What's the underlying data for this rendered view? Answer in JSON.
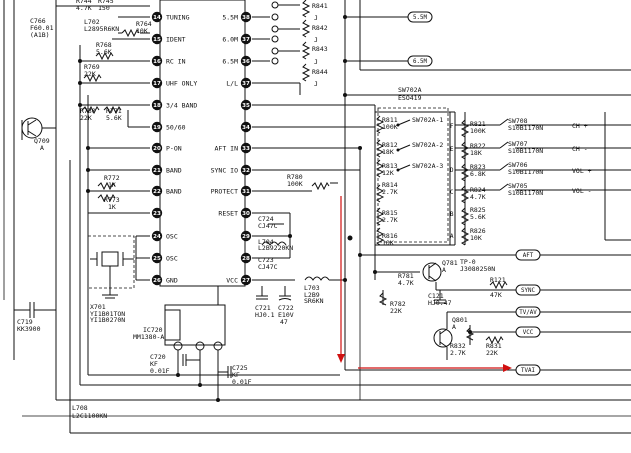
{
  "left_components": [
    {
      "name": "c766",
      "text": "C766"
    },
    {
      "name": "c766-val1",
      "text": "F60.01"
    },
    {
      "name": "c766-val2",
      "text": "(A1B)"
    },
    {
      "name": "r744",
      "text": "R744"
    },
    {
      "name": "r745",
      "text": "R745"
    },
    {
      "name": "r744-val",
      "text": "4.7K"
    },
    {
      "name": "r745-val",
      "text": "150"
    },
    {
      "name": "l702",
      "text": "L702"
    },
    {
      "name": "l702-val",
      "text": "L2895R6KN"
    },
    {
      "name": "r764",
      "text": "R764"
    },
    {
      "name": "r764-val",
      "text": "10K"
    },
    {
      "name": "r768",
      "text": "R768"
    },
    {
      "name": "r768-val",
      "text": "5.6K"
    },
    {
      "name": "r769",
      "text": "R769"
    },
    {
      "name": "r769-val",
      "text": "22K"
    },
    {
      "name": "r730",
      "text": "R730"
    },
    {
      "name": "r771",
      "text": "R771"
    },
    {
      "name": "r730-val",
      "text": "22K"
    },
    {
      "name": "r771-val",
      "text": "5.6K"
    },
    {
      "name": "q709",
      "text": "Q709"
    },
    {
      "name": "q709-a",
      "text": "A"
    },
    {
      "name": "r772",
      "text": "R772"
    },
    {
      "name": "r772-val",
      "text": "1K"
    },
    {
      "name": "r773",
      "text": "R773"
    },
    {
      "name": "r773-val",
      "text": "1K"
    },
    {
      "name": "x701",
      "text": "X701"
    },
    {
      "name": "x701-val",
      "text": "YI1B01TON"
    },
    {
      "name": "x701-val2",
      "text": "YI1B0270N"
    },
    {
      "name": "c719",
      "text": "C719"
    },
    {
      "name": "c719-val",
      "text": "KK3900"
    },
    {
      "name": "l708",
      "text": "L708"
    },
    {
      "name": "l708-val",
      "text": "L2C1100KN"
    },
    {
      "name": "ic720",
      "text": "IC720"
    },
    {
      "name": "ic720-part",
      "text": "MM1380-A"
    },
    {
      "name": "c720",
      "text": "C720"
    },
    {
      "name": "c720-val",
      "text": "KF"
    },
    {
      "name": "c720-val2",
      "text": "0.01F"
    },
    {
      "name": "c725",
      "text": "C725"
    },
    {
      "name": "c725-val",
      "text": "KF"
    },
    {
      "name": "c725-val2",
      "text": "0.01F"
    }
  ],
  "ic_left_pins": [
    {
      "num": "14",
      "label": "TUNING"
    },
    {
      "num": "15",
      "label": "IDENT"
    },
    {
      "num": "16",
      "label": "RC IN"
    },
    {
      "num": "17",
      "label": "UHF ONLY"
    },
    {
      "num": "18",
      "label": "3/4 BAND"
    },
    {
      "num": "19",
      "label": "50/60"
    },
    {
      "num": "20",
      "label": "P-ON"
    },
    {
      "num": "21",
      "label": "BAND"
    },
    {
      "num": "22",
      "label": "BAND"
    },
    {
      "num": "23",
      "label": ""
    },
    {
      "num": "24",
      "label": "OSC"
    },
    {
      "num": "25",
      "label": "OSC"
    },
    {
      "num": "26",
      "label": "GND"
    }
  ],
  "ic_right_pins": [
    {
      "num": "38",
      "label": "5.5M"
    },
    {
      "num": "37",
      "label": "6.0M"
    },
    {
      "num": "36",
      "label": "6.5M"
    },
    {
      "num": "37",
      "label": "L/L"
    },
    {
      "num": "35",
      "label": ""
    },
    {
      "num": "34",
      "label": ""
    },
    {
      "num": "33",
      "label": "AFT IN"
    },
    {
      "num": "32",
      "label": "SYNC IO"
    },
    {
      "num": "31",
      "label": "PROTECT"
    },
    {
      "num": "30",
      "label": "RESET"
    },
    {
      "num": "29",
      "label": ""
    },
    {
      "num": "28",
      "label": ""
    },
    {
      "num": "27",
      "label": "VCC"
    }
  ],
  "right_components": [
    {
      "name": "r841",
      "text": "R841"
    },
    {
      "name": "r841-val",
      "text": "J"
    },
    {
      "name": "r842",
      "text": "R842"
    },
    {
      "name": "r842-val",
      "text": "J"
    },
    {
      "name": "r843",
      "text": "R843"
    },
    {
      "name": "r843-val",
      "text": "J"
    },
    {
      "name": "r844",
      "text": "R844"
    },
    {
      "name": "r844-val",
      "text": "J"
    },
    {
      "name": "sw702a",
      "text": "SW702A"
    },
    {
      "name": "sw702a-part",
      "text": "ESO419"
    },
    {
      "name": "r811",
      "text": "R811"
    },
    {
      "name": "r811-val",
      "text": "100K"
    },
    {
      "name": "r812",
      "text": "R812"
    },
    {
      "name": "r812-val",
      "text": "18K"
    },
    {
      "name": "r813",
      "text": "R813"
    },
    {
      "name": "r813-val",
      "text": "12K"
    },
    {
      "name": "r814",
      "text": "R814"
    },
    {
      "name": "r814-val",
      "text": "2.7K"
    },
    {
      "name": "r815",
      "text": "R815"
    },
    {
      "name": "r815-val",
      "text": "2.7K"
    },
    {
      "name": "r816",
      "text": "R816"
    },
    {
      "name": "r816-val",
      "text": "10K"
    },
    {
      "name": "sw702a-1",
      "text": "SW702A-1"
    },
    {
      "name": "sw702a-2",
      "text": "SW702A-2"
    },
    {
      "name": "sw702a-3",
      "text": "SW702A-3"
    },
    {
      "name": "r821",
      "text": "R821"
    },
    {
      "name": "r821-val",
      "text": "100K"
    },
    {
      "name": "r822",
      "text": "R822"
    },
    {
      "name": "r822-val",
      "text": "18K"
    },
    {
      "name": "r823",
      "text": "R823"
    },
    {
      "name": "r823-val",
      "text": "6.8K"
    },
    {
      "name": "r824",
      "text": "R824"
    },
    {
      "name": "r824-val",
      "text": "4.7K"
    },
    {
      "name": "r825",
      "text": "R825"
    },
    {
      "name": "r825-val",
      "text": "5.6K"
    },
    {
      "name": "r826",
      "text": "R826"
    },
    {
      "name": "r826-val",
      "text": "10K"
    },
    {
      "name": "sw708",
      "text": "SW708"
    },
    {
      "name": "sw708-part",
      "text": "S10B1170N"
    },
    {
      "name": "sw707",
      "text": "SW707"
    },
    {
      "name": "sw707-part",
      "text": "S10B1170N"
    },
    {
      "name": "sw706",
      "text": "SW706"
    },
    {
      "name": "sw706-part",
      "text": "S10B1170N"
    },
    {
      "name": "sw705",
      "text": "SW705"
    },
    {
      "name": "sw705-part",
      "text": "S10B1170N"
    },
    {
      "name": "r780",
      "text": "R780"
    },
    {
      "name": "r780-val",
      "text": "100K"
    },
    {
      "name": "c724",
      "text": "C724"
    },
    {
      "name": "c724-val",
      "text": "CJ47C"
    },
    {
      "name": "l704",
      "text": "L704"
    },
    {
      "name": "l704-val",
      "text": "L2B9220KN"
    },
    {
      "name": "c723",
      "text": "C723"
    },
    {
      "name": "c723-val",
      "text": "CJ47C"
    },
    {
      "name": "c721",
      "text": "C721"
    },
    {
      "name": "c721-val",
      "text": "HJ0.1"
    },
    {
      "name": "c722",
      "text": "C722"
    },
    {
      "name": "c722-val",
      "text": "E10V"
    },
    {
      "name": "c722-val2",
      "text": "47"
    },
    {
      "name": "l703",
      "text": "L703"
    },
    {
      "name": "l703-val",
      "text": "L2B9"
    },
    {
      "name": "l703-val2",
      "text": "SR6KN"
    },
    {
      "name": "q781",
      "text": "Q781"
    },
    {
      "name": "q781-val",
      "text": "A"
    },
    {
      "name": "r781",
      "text": "R781"
    },
    {
      "name": "r781-val",
      "text": "4.7K"
    },
    {
      "name": "r782",
      "text": "R782"
    },
    {
      "name": "r782-val",
      "text": "22K"
    },
    {
      "name": "c121",
      "text": "C121"
    },
    {
      "name": "c121-val",
      "text": "HJ0.47"
    },
    {
      "name": "tp0",
      "text": "TP-0"
    },
    {
      "name": "tp0-part",
      "text": "J3080250N"
    },
    {
      "name": "r121",
      "text": "R121"
    },
    {
      "name": "r121-val",
      "text": "47K"
    },
    {
      "name": "q801",
      "text": "Q801"
    },
    {
      "name": "q801-val",
      "text": "A"
    },
    {
      "name": "r832",
      "text": "R832"
    },
    {
      "name": "r832-val",
      "text": "2.7K"
    },
    {
      "name": "r831",
      "text": "R831"
    },
    {
      "name": "r831-val",
      "text": "22K"
    }
  ],
  "switch_labels": [
    {
      "name": "ch-plus",
      "text": "CH +"
    },
    {
      "name": "ch-minus",
      "text": "CH -"
    },
    {
      "name": "vol-plus",
      "text": "VOL +"
    },
    {
      "name": "vol-minus",
      "text": "VOL -"
    }
  ],
  "sw702a-taps": [
    "F",
    "E",
    "D",
    "C",
    "B",
    "A"
  ],
  "connectors": [
    {
      "name": "conn-5-5m",
      "text": "5.5M"
    },
    {
      "name": "conn-6-5m",
      "text": "6.5M"
    },
    {
      "name": "conn-aft",
      "text": "AFT"
    },
    {
      "name": "conn-sync",
      "text": "SYNC"
    },
    {
      "name": "conn-tv-av",
      "text": "TV/AV"
    },
    {
      "name": "conn-vcc",
      "text": "VCC"
    },
    {
      "name": "conn-tvai",
      "text": "TVAI"
    }
  ]
}
